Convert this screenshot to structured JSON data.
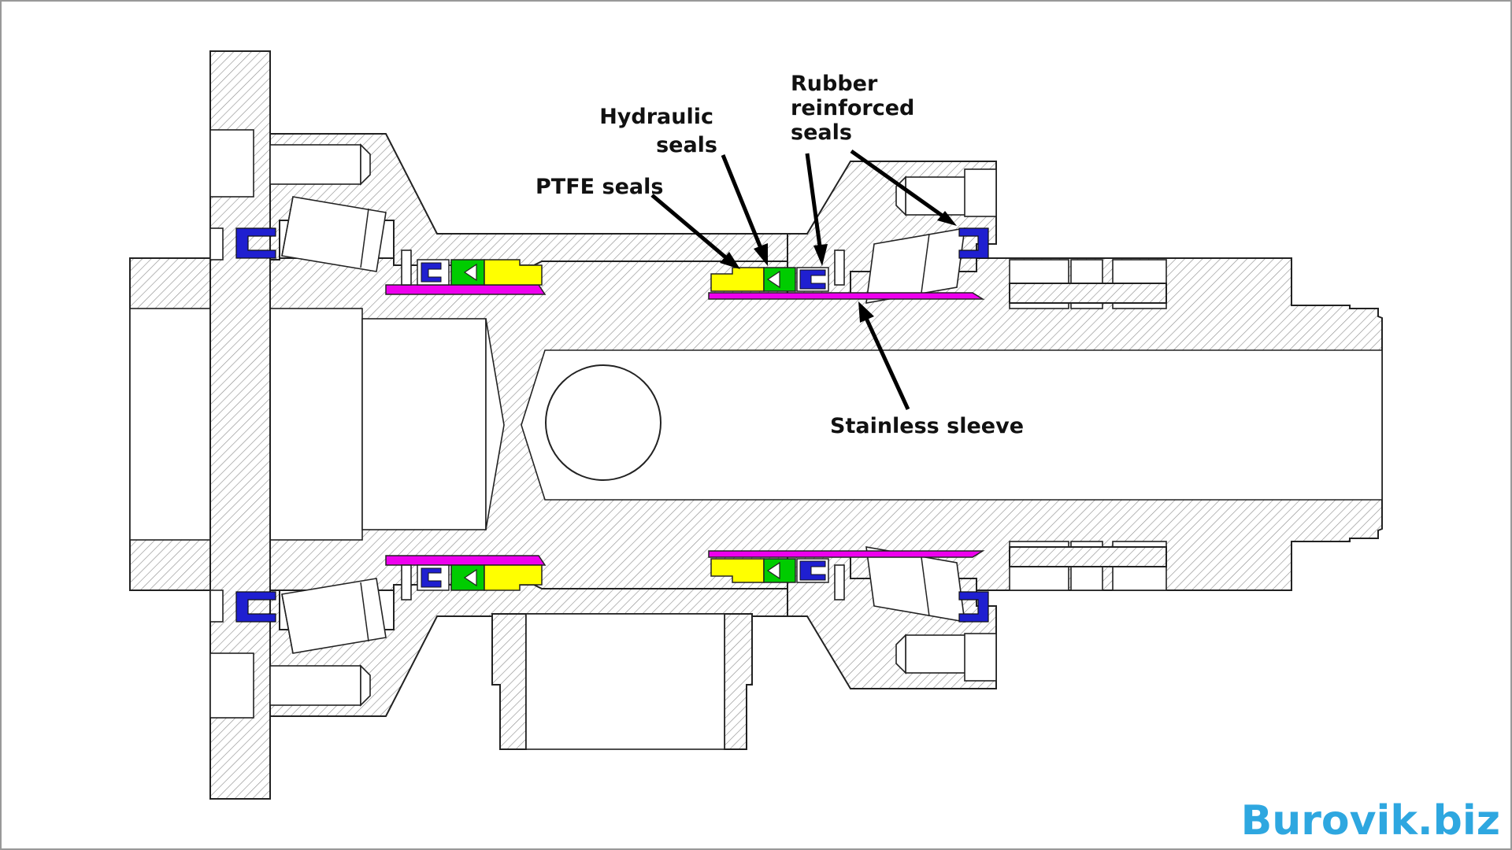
{
  "labels": {
    "rubber_reinforced_seals": [
      "Rubber",
      "reinforced",
      "seals"
    ],
    "hydraulic_seals": [
      "Hydraulic",
      "seals"
    ],
    "ptfe_seals": "PTFE seals",
    "stainless_sleeve": "Stainless sleeve"
  },
  "watermark": "Burovik.biz",
  "colors": {
    "ptfe_seal": "#ffff00",
    "hydraulic_seal": "#00cc00",
    "rubber_seal": "#1f1fd0",
    "stainless_sleeve": "#ee00ee",
    "watermark": "#2ea7e0",
    "hatch": "#888888",
    "outline": "#222222"
  }
}
